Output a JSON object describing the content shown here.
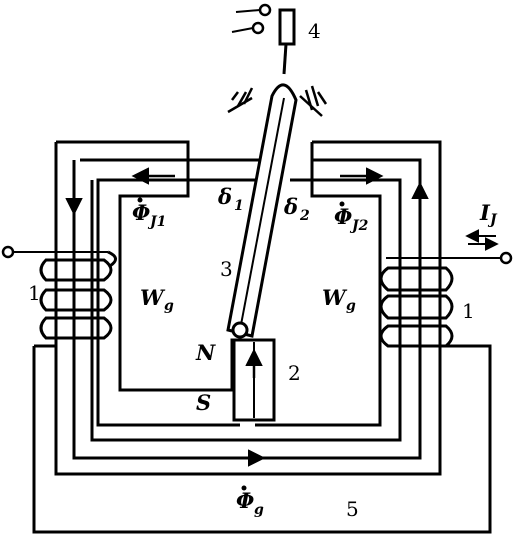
{
  "labels": {
    "coil_left_num": "1",
    "coil_right_num": "1",
    "magnet_num": "2",
    "armature_num": "3",
    "contact_num": "4",
    "bypass_num": "5",
    "north": "N",
    "south": "S",
    "w_left": "W",
    "w_left_sub": "g",
    "w_right": "W",
    "w_right_sub": "g",
    "gap1": "δ",
    "gap1_sub": "1",
    "gap2": "δ",
    "gap2_sub": "2",
    "flux_left": "Φ",
    "flux_left_sub": "J1",
    "flux_right": "Φ",
    "flux_right_sub": "J2",
    "flux_g": "Φ",
    "flux_g_sub": "g",
    "current": "I",
    "current_sub": "J"
  }
}
